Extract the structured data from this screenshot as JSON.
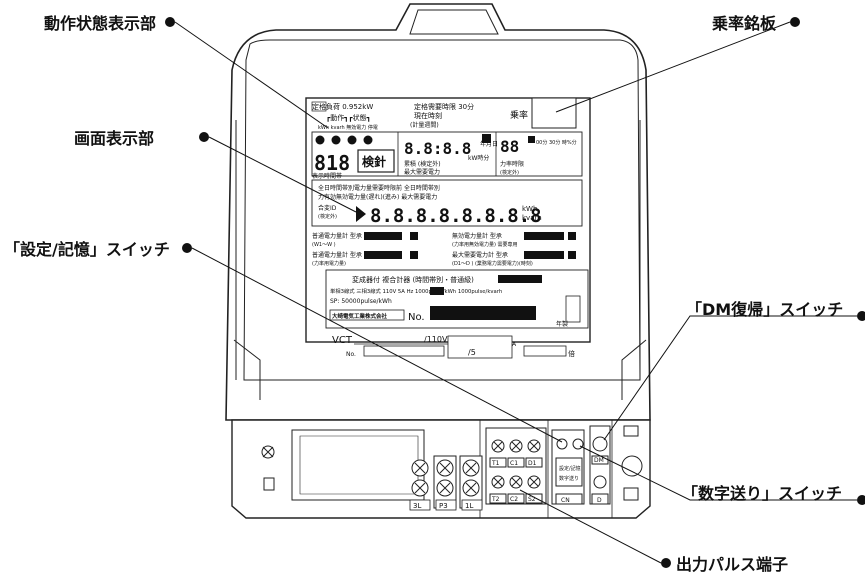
{
  "callouts": {
    "status_display": "動作状態表示部",
    "rating_plate": "乗率銘板",
    "screen_display": "画面表示部",
    "set_memory_switch": "「設定/記憶」スイッチ",
    "dm_reset_switch": "「DM復帰」スイッチ",
    "digit_advance_switch": "「数字送り」スイッチ",
    "output_pulse_terminal": "出力パルス端子"
  },
  "panel": {
    "contract_demand": "定格負荷 0.952kW",
    "demand_period": "定格需要時限 30分",
    "multiplier_label": "乗率",
    "status_row": "┏動作┓┏状態┓",
    "status_units": "kWh kvarh 無効電力 停電",
    "current_time_label": "現在時刻",
    "current_time_sub": "(計量週間)",
    "time_digits": "8.8:8.8",
    "date_units": "年月日",
    "kw_unit": "kW時分",
    "side_digits": "88",
    "side_units": "00分 30分 時%分",
    "tier_digits": "818",
    "tier_label": "表示時間帯",
    "kenshin": "検針",
    "cumulative": "累積 (検定外)",
    "max_demand": "最大需要電力",
    "max_demand_current": "最大需要電力",
    "power_factor": "力率時限",
    "power_factor_sub": "(検定外)",
    "info_line1": "全日時間帯別電力量需要時限前 全日時間帯別",
    "info_line2": "力有効無効電力量(遅れ)(進み) 最大需要電力",
    "id_label": "合変ID",
    "id_sub": "(検定外)",
    "main_digits": "8.8.8.8.8.8.8.8",
    "main_unit_1": "kWh",
    "main_unit_2": "kvarh",
    "meter_1": "普通電力量計 型承",
    "meter_1_sub": "(W1〜W  )",
    "meter_2": "普通電力量計 型承",
    "meter_2_sub": "(力率用電力量)",
    "meter_3": "無効電力量計 型承",
    "meter_3_sub": "(力率用無効電力量) 需要専用",
    "meter_4": "最大需要電力計 型承",
    "meter_4_sub": "(D1〜D  ) (業務電力需要電力)(時刻)",
    "trans_line": "変成器付 複合計器 (時間帯別・普通級)",
    "spec_line": "単相3線式 三相3線式 110V 5A    Hz 1000pulse/kWh 1000pulse/kvarh",
    "sp_line": "SP: 50000pulse/kWh",
    "maker": "大崎電気工業株式会社",
    "no_label": "No.",
    "year_label": "年製",
    "vct_label": "VCT",
    "vct_ratio": "/110V",
    "ct_ratio": "/5",
    "amp_unit": "A",
    "vct_no": "No.",
    "multiplier_unit": "倍"
  },
  "terminals": {
    "t1": "T1",
    "c1": "C1",
    "d1": "D1",
    "t2": "T2",
    "c2": "C2",
    "s2": "S2",
    "p1": "3L",
    "p2": "P3",
    "p3": "1L",
    "set_label": "設定/記憶",
    "adv_label": "数字送り",
    "dm_label": "DM",
    "cn_label": "CN",
    "d_label": "D"
  }
}
